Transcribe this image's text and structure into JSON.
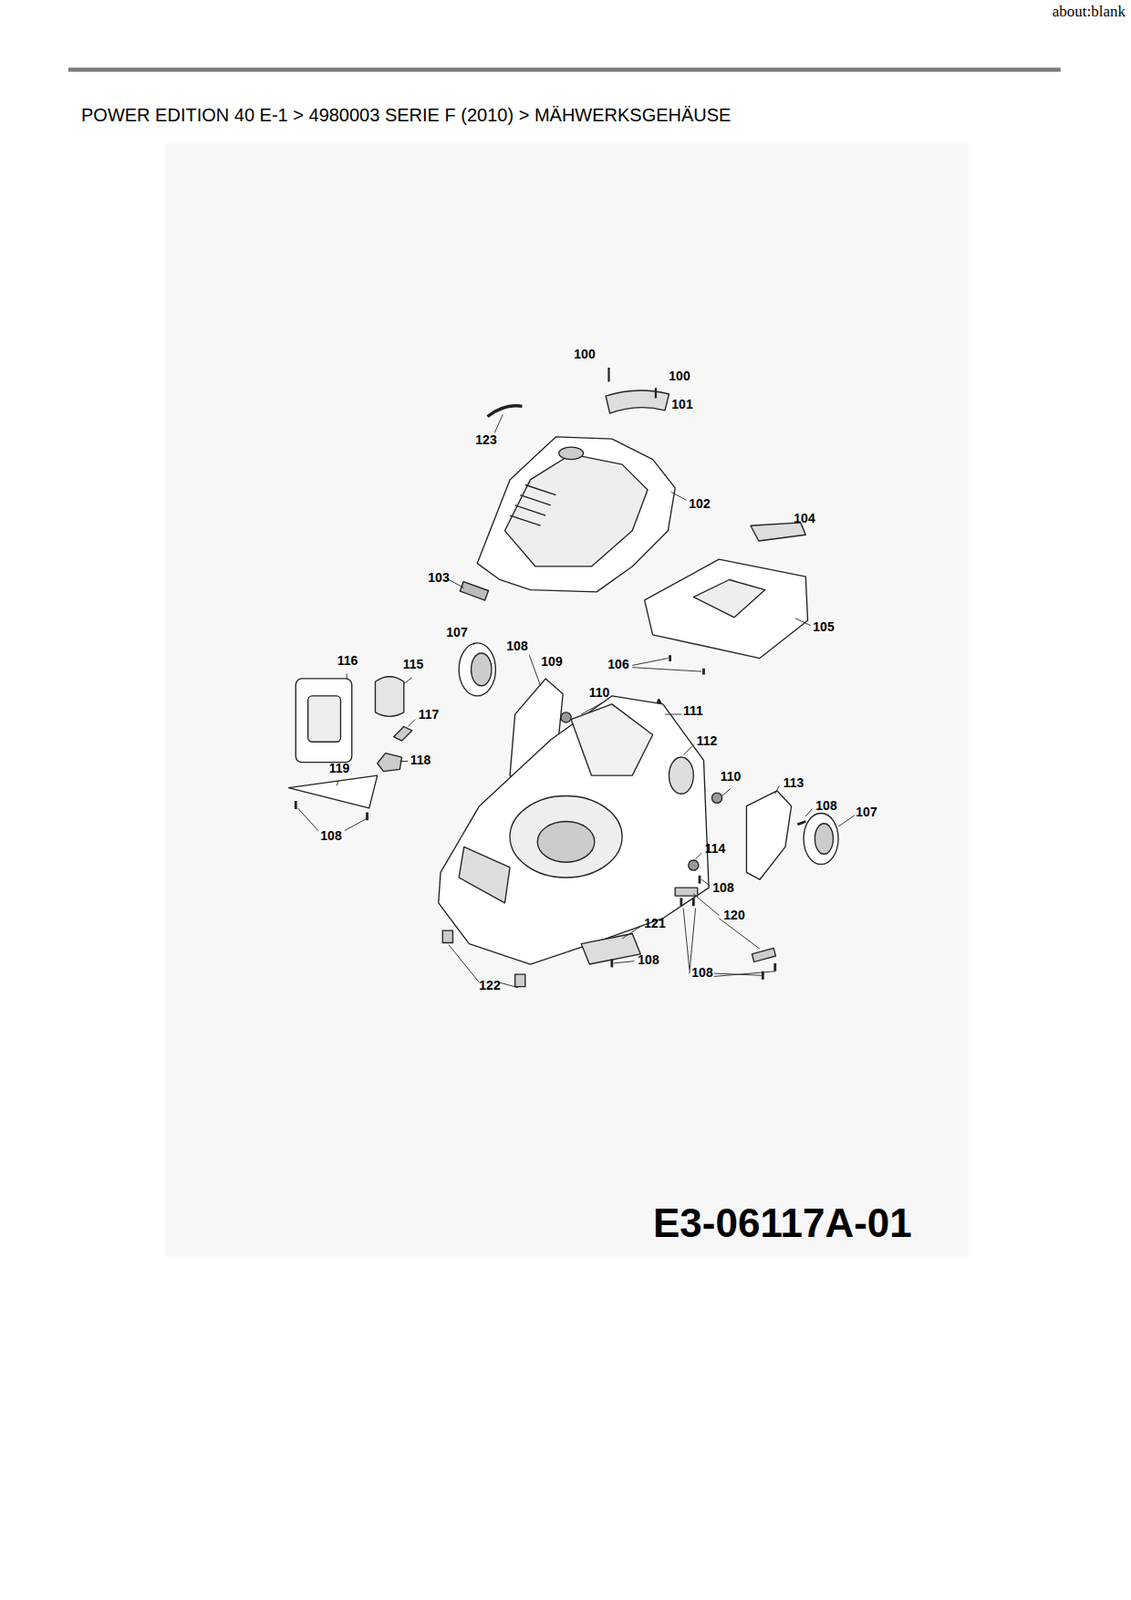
{
  "diagram": {
    "title": "POWER EDITION 40 E-1  >  4980003 SERIE F (2010)  >  MÄHWERKSGEHÄUSE",
    "labels": [
      "about:blank",
      "100",
      "100",
      "101",
      "123",
      "102",
      "104",
      "103",
      "105",
      "107",
      "108",
      "109",
      "116",
      "115",
      "106",
      "110",
      "111",
      "117",
      "112",
      "118",
      "110",
      "119",
      "113",
      "108",
      "107",
      "108",
      "114",
      "108",
      "120",
      "121",
      "108",
      "108",
      "122",
      "E3-06117A-01"
    ]
  }
}
